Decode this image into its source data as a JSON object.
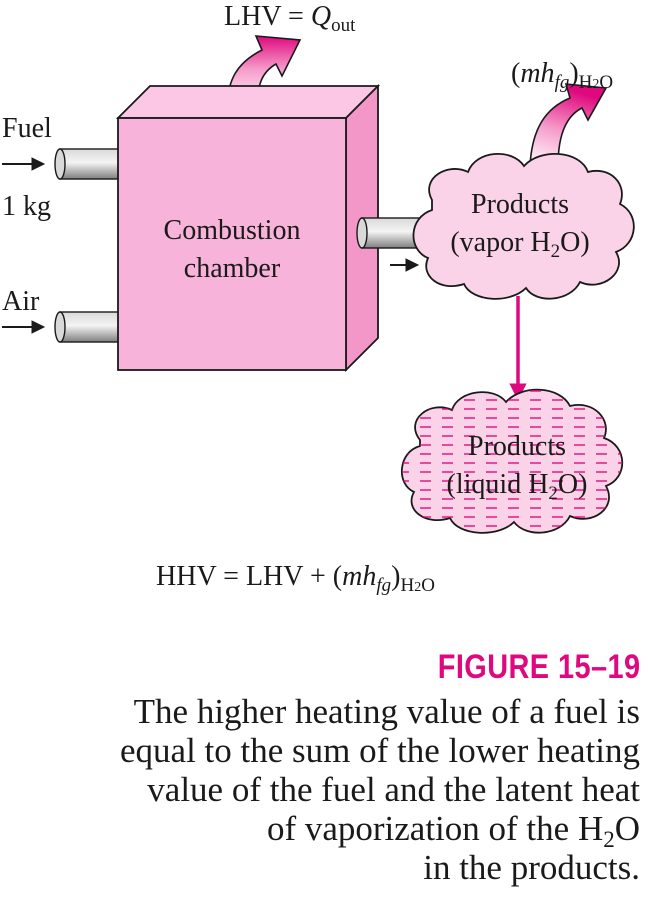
{
  "colors": {
    "accent": "#e0087e",
    "box_face": "#f7b3d9",
    "box_side": "#f397c8",
    "cloud": "#fbd3e8",
    "pipe": "#9c9c9c"
  },
  "labels": {
    "lhv_q": {
      "prefix": "LHV = ",
      "var": "Q",
      "sub": "out"
    },
    "mhfg_top": {
      "open": "(",
      "var": "mh",
      "var_sub": "fg",
      "close": ")",
      "sub": "H",
      "sub_digit": "2",
      "sub_tail": "O"
    },
    "fuel": "Fuel",
    "fuel_mass": "1 kg",
    "air": "Air",
    "chamber_line1": "Combustion",
    "chamber_line2": "chamber",
    "vapor_line1": "Products",
    "vapor_line2_pre": "(vapor H",
    "vapor_line2_sub": "2",
    "vapor_line2_post": "O)",
    "liquid_line1": "Products",
    "liquid_line2_pre": "(liquid H",
    "liquid_line2_sub": "2",
    "liquid_line2_post": "O)",
    "hhv_eq": {
      "prefix": "HHV = LHV + (",
      "var": "mh",
      "var_sub": "fg",
      "close": ")",
      "sub": "H",
      "sub_digit": "2",
      "sub_tail": "O"
    }
  },
  "figure": {
    "number": "FIGURE 15–19",
    "caption_l1": "The higher heating value of a fuel is",
    "caption_l2": "equal to the sum of the lower heating",
    "caption_l3": "value of the fuel and the latent heat",
    "caption_l4_pre": "of vaporization of the H",
    "caption_l4_sub": "2",
    "caption_l4_post": "O",
    "caption_l5": "in the products."
  }
}
